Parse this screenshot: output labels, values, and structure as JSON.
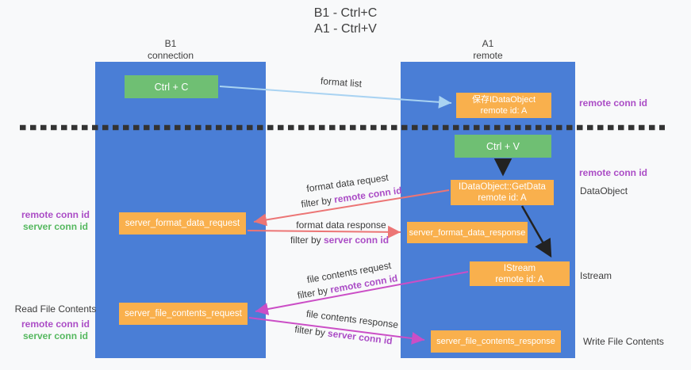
{
  "title": {
    "line1": "B1 - Ctrl+C",
    "line2": "A1 - Ctrl+V"
  },
  "colors": {
    "background": "#f8f9fa",
    "lane-blue": "#4a7ed6",
    "node-green": "#6fbf73",
    "node-orange": "#f9b04d",
    "purple-text": "#ab4dc6",
    "green-text": "#55b85f",
    "arrow-red": "#ec7575",
    "arrow-magenta": "#cb4ec6",
    "arrow-blue": "#a9d3f2",
    "arrow-black": "#222222",
    "dashed-line": "#333333"
  },
  "lanes": [
    {
      "name": "B1",
      "role": "connection"
    },
    {
      "name": "A1",
      "role": "remote"
    }
  ],
  "nodes": {
    "ctrl_c": "Ctrl + C",
    "ctrl_v": "Ctrl + V",
    "save_dataobject_line1": "保存IDataObject",
    "save_dataobject_line2": "remote id: A",
    "getdata_line1": "IDataObject::GetData",
    "getdata_line2": "remote id: A",
    "istream_line1": "IStream",
    "istream_line2": "remote id: A",
    "server_format_data_request": "server_format_data_request",
    "server_format_data_response": "server_format_data_response",
    "server_file_contents_request": "server_file_contents_request",
    "server_file_contents_response": "server_file_contents_response"
  },
  "edge_labels": {
    "format_list": "format list",
    "format_data_request": "format data request",
    "format_data_response": "format data response",
    "file_contents_request": "file contents request",
    "file_contents_response": "file contents response",
    "filter_by": "filter by",
    "remote_conn_id": "remote conn id",
    "server_conn_id": "server conn id"
  },
  "side_labels": {
    "remote_conn_id": "remote conn id",
    "server_conn_id": "server conn id",
    "dataobject": "DataObject",
    "istream": "Istream",
    "read_file_contents": "Read File Contents",
    "write_file_contents": "Write File Contents"
  }
}
